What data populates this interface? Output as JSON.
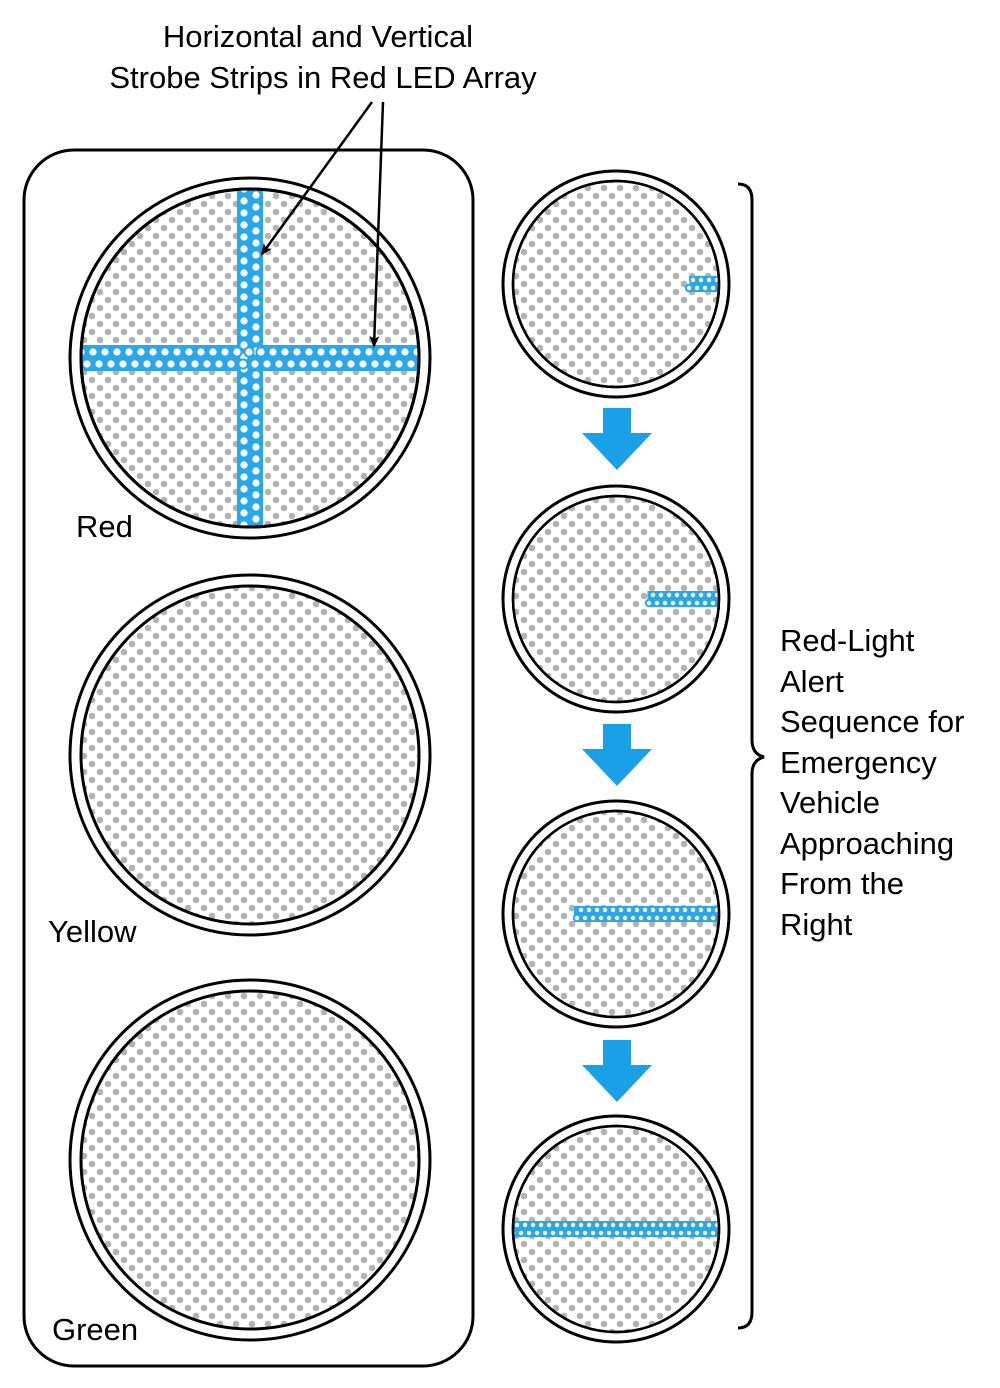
{
  "callout": {
    "line1": "Horizontal and Vertical",
    "line2": "Strobe Strips in Red LED Array"
  },
  "lamps": [
    {
      "label": "Red"
    },
    {
      "label": "Yellow"
    },
    {
      "label": "Green"
    }
  ],
  "sequence": {
    "lines": [
      "Red-Light",
      "Alert",
      "Sequence for",
      "Emergency",
      "Vehicle",
      "Approaching",
      "From the",
      "Right"
    ],
    "steps": 4,
    "strip_fraction": [
      0.15,
      0.35,
      0.7,
      1.0
    ]
  },
  "colors": {
    "led_highlight": "#2aa7e6",
    "arrow": "#1aa0e6",
    "led_dot": "#b3b3b3",
    "outline": "#000000"
  },
  "icons": {
    "arrow": "down-arrow-icon"
  }
}
